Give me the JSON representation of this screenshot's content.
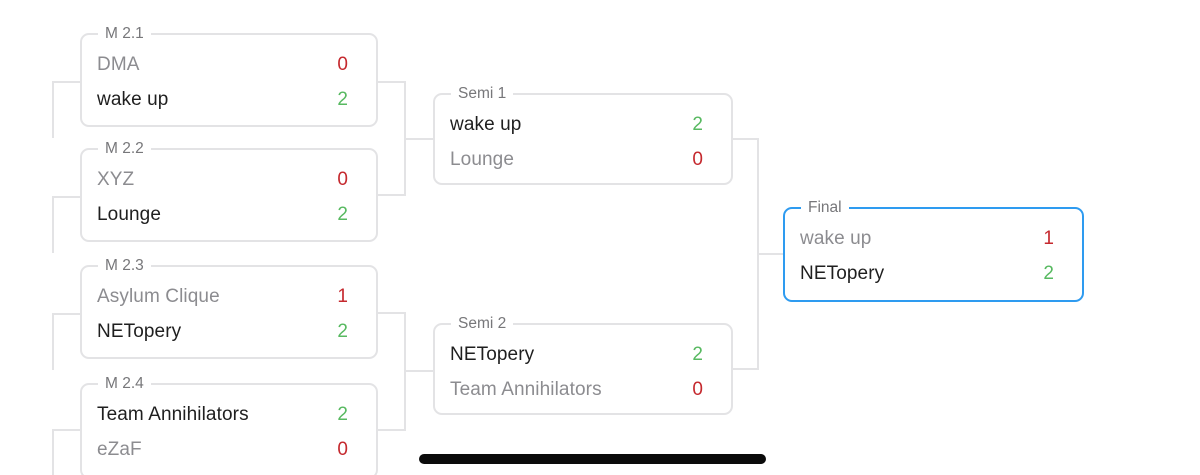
{
  "colors": {
    "background": "#ffffff",
    "card_border": "#e3e3e5",
    "final_card_border": "#2e9bf0",
    "connector_line": "#e3e3e5",
    "label_text": "#77777a",
    "winner_name": "#1f1f1f",
    "loser_name": "#8c8c90",
    "win_score": "#57b960",
    "loss_score": "#c5292e",
    "scrollbar_thumb": "#0b0b0b"
  },
  "bracket": {
    "rounds": [
      {
        "matches": [
          {
            "label": "M 2.1",
            "teams": [
              {
                "name": "DMA",
                "score": "0",
                "result": "loss"
              },
              {
                "name": "wake up",
                "score": "2",
                "result": "win"
              }
            ]
          },
          {
            "label": "M 2.2",
            "teams": [
              {
                "name": "XYZ",
                "score": "0",
                "result": "loss"
              },
              {
                "name": "Lounge",
                "score": "2",
                "result": "win"
              }
            ]
          },
          {
            "label": "M 2.3",
            "teams": [
              {
                "name": "Asylum Clique",
                "score": "1",
                "result": "loss"
              },
              {
                "name": "NETopery",
                "score": "2",
                "result": "win"
              }
            ]
          },
          {
            "label": "M 2.4",
            "teams": [
              {
                "name": "Team Annihilators",
                "score": "2",
                "result": "win"
              },
              {
                "name": "eZaF",
                "score": "0",
                "result": "loss"
              }
            ]
          }
        ]
      },
      {
        "matches": [
          {
            "label": "Semi 1",
            "teams": [
              {
                "name": "wake up",
                "score": "2",
                "result": "win"
              },
              {
                "name": "Lounge",
                "score": "0",
                "result": "loss"
              }
            ]
          },
          {
            "label": "Semi 2",
            "teams": [
              {
                "name": "NETopery",
                "score": "2",
                "result": "win"
              },
              {
                "name": "Team Annihilators",
                "score": "0",
                "result": "loss"
              }
            ]
          }
        ]
      },
      {
        "matches": [
          {
            "label": "Final",
            "teams": [
              {
                "name": "wake up",
                "score": "1",
                "result": "loss"
              },
              {
                "name": "NETopery",
                "score": "2",
                "result": "win"
              }
            ]
          }
        ]
      }
    ]
  }
}
